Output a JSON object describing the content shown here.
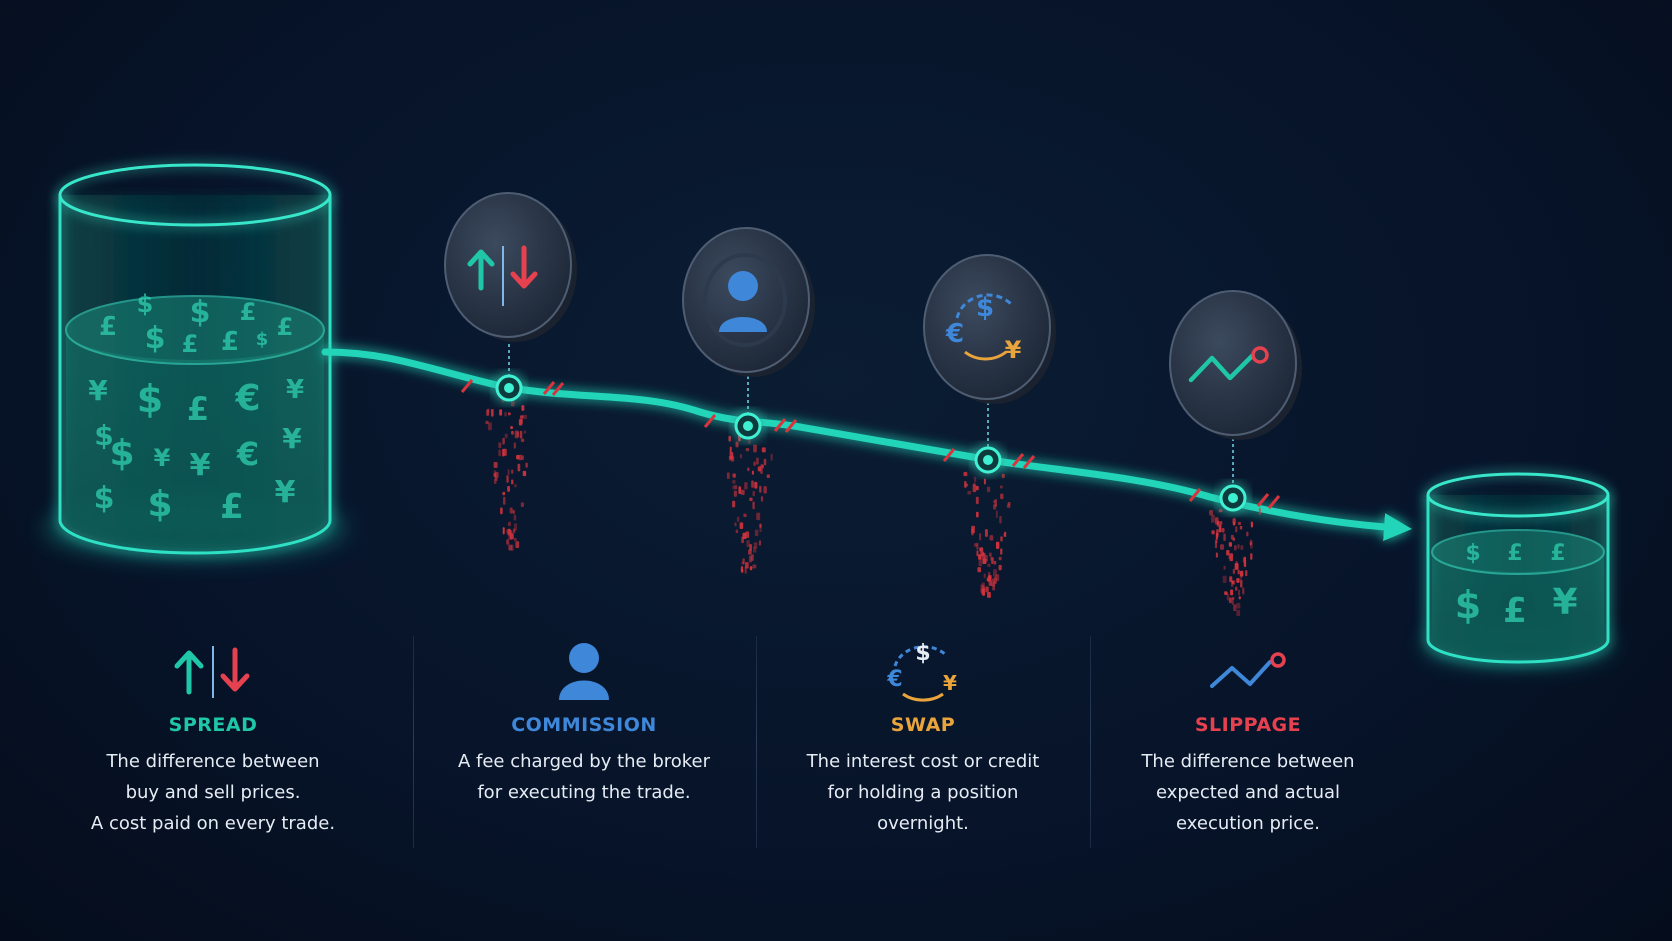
{
  "colors": {
    "flow": "#23d5b9",
    "spread": "#1fc7a8",
    "commission": "#3f87d9",
    "swap": "#e9a43c",
    "slippage": "#e5414f",
    "loss": "#d8343e"
  },
  "currency_symbols": {
    "dollar": "$",
    "euro": "€",
    "pound": "£",
    "yen": "¥"
  },
  "costs": [
    {
      "key": "spread",
      "icon": "up-down-arrows-icon",
      "title": "SPREAD",
      "desc_lines": [
        "The difference between",
        "buy and sell prices.",
        "A cost paid on every trade."
      ]
    },
    {
      "key": "commission",
      "icon": "person-icon",
      "title": "COMMISSION",
      "desc_lines": [
        "A fee charged by the broker",
        "for executing the trade."
      ]
    },
    {
      "key": "swap",
      "icon": "currency-exchange-icon",
      "title": "SWAP",
      "desc_lines": [
        "The interest cost or credit",
        "for holding a position",
        "overnight."
      ]
    },
    {
      "key": "slippage",
      "icon": "zigzag-line-icon",
      "title": "SLIPPAGE",
      "desc_lines": [
        "The difference between",
        "expected and actual",
        "execution price."
      ]
    }
  ]
}
